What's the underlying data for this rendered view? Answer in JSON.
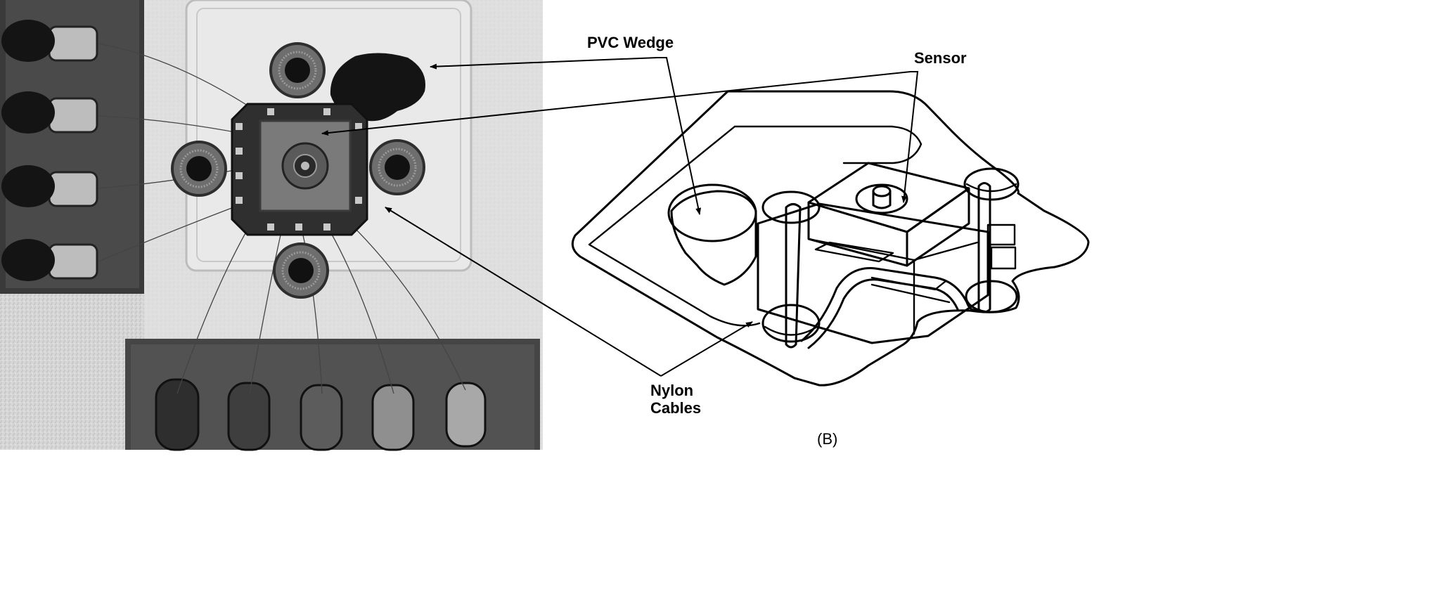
{
  "labels": {
    "pvc_wedge": "PVC Wedge",
    "sensor": "Sensor",
    "nylon_line1": "Nylon",
    "nylon_line2": "Cables",
    "panel_b": "(B)"
  },
  "colors": {
    "ink": "#000000",
    "paper": "#ffffff",
    "photo_light": "#d9d9d9",
    "photo_mid": "#8a8a8a",
    "photo_dark": "#2a2a2a"
  }
}
